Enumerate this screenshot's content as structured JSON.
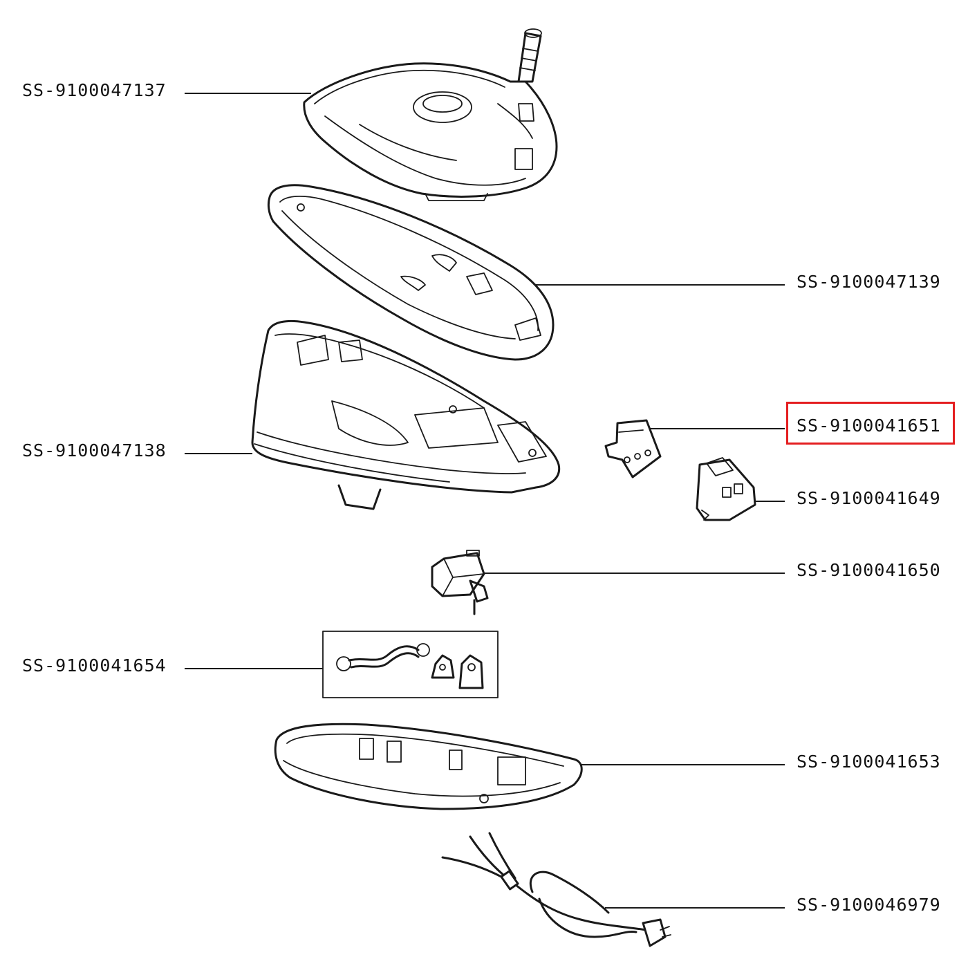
{
  "parts": [
    {
      "id": "upper-housing",
      "number": "SS-9100047137",
      "side": "left"
    },
    {
      "id": "cover-plate",
      "number": "SS-9100047139",
      "side": "right"
    },
    {
      "id": "base-shell",
      "number": "SS-9100047138",
      "side": "left"
    },
    {
      "id": "circuit-board",
      "number": "SS-9100041651",
      "side": "right",
      "highlighted": true
    },
    {
      "id": "switch-module",
      "number": "SS-9100041649",
      "side": "right"
    },
    {
      "id": "pump",
      "number": "SS-9100041650",
      "side": "right"
    },
    {
      "id": "hose-kit",
      "number": "SS-9100041654",
      "side": "left"
    },
    {
      "id": "bottom-base",
      "number": "SS-9100041653",
      "side": "right"
    },
    {
      "id": "power-cord",
      "number": "SS-9100046979",
      "side": "right"
    }
  ],
  "colors": {
    "line": "#1a1a1a",
    "highlight": "#e41e20",
    "background": "#ffffff"
  }
}
